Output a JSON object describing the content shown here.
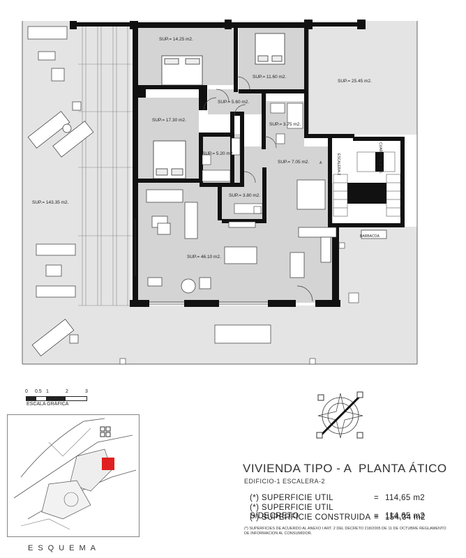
{
  "rooms": [
    {
      "id": "terrace-left",
      "label": "SUP.= 143.35 m2."
    },
    {
      "id": "bedroom-1",
      "label": "SUP.= 14.25 m2."
    },
    {
      "id": "bedroom-2",
      "label": "SUP.= 11.60 m2."
    },
    {
      "id": "terrace-right",
      "label": "SUP.= 25.45 m2."
    },
    {
      "id": "hall",
      "label": "SUP.= 5.60 m2."
    },
    {
      "id": "bath-1",
      "label": "SUP.= 3.75 m2."
    },
    {
      "id": "bedroom-3",
      "label": "SUP.= 17.30 m2."
    },
    {
      "id": "bath-2",
      "label": "SUP.= 5.20 m2."
    },
    {
      "id": "corridor",
      "label": "SUP.= 7.05 m2."
    },
    {
      "id": "laundry",
      "label": "SUP.= 3.80 m2."
    },
    {
      "id": "living",
      "label": "SUP.= 46.10 m2."
    }
  ],
  "annotations": {
    "cuarto": "CUARTO DE R.I.T.I.",
    "escalera": "ESCALERA-2",
    "barbacoa": "BARBACOA",
    "entry_marker": "A"
  },
  "scale": {
    "ticks": [
      "0",
      "0.5",
      "1",
      "2",
      "3"
    ],
    "label": "ESCALA GRÁFICA"
  },
  "header": {
    "title_left": "VIVIENDA TIPO - A",
    "title_right": "PLANTA ÁTICO",
    "subtitle": "EDIFICIO-1   ESCALERA-2"
  },
  "areas": [
    {
      "label": "(*) SUPERFICIE  UTIL",
      "eq": "=",
      "value": "114,65 m2"
    },
    {
      "label": "(*) SUPERFICIE  UTIL S/DECRETO",
      "eq": "=",
      "value": "114,65 m2"
    },
    {
      "label": "(*) SUPERFICIE  CONSTRUIDA",
      "eq": "=",
      "value": "154,34 m2"
    }
  ],
  "footnote": "(*) SUPERFICIES DE ACUERDO AL ANEXO I ART. 2 DEL DECRETO 218/2005 DE 11 DE OCTUBRE REGLAMENTO DE INFORMACION AL CONSUMIDOR.",
  "esquema_label": "ESQUEMA",
  "colors": {
    "room_fill": "#d4d4d4",
    "terrace_fill": "#e4e4e4",
    "wall": "#111111",
    "highlight": "#e02020"
  }
}
